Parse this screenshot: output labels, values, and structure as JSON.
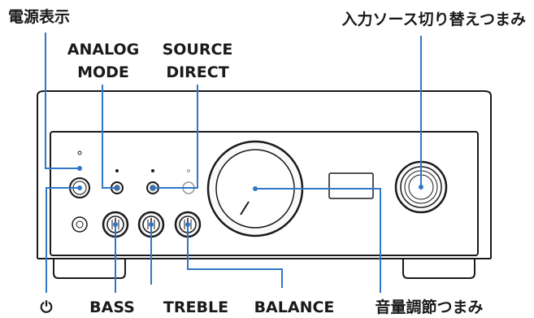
{
  "labels": {
    "power_indicator": "電源表示",
    "analog_mode_line1": "ANALOG",
    "analog_mode_line2": "MODE",
    "source_direct_line1": "SOURCE",
    "source_direct_line2": "DIRECT",
    "input_selector": "入力ソース切り替えつまみ",
    "power_button": "⏻",
    "bass": "BASS",
    "treble": "TREBLE",
    "balance": "BALANCE",
    "volume": "音量調節つまみ"
  },
  "colors": {
    "leader_line": "#2f77c8",
    "panel_outline": "#1a1a1a",
    "knob_fill": "#e9e9e9",
    "dot": "#2f77c8"
  }
}
